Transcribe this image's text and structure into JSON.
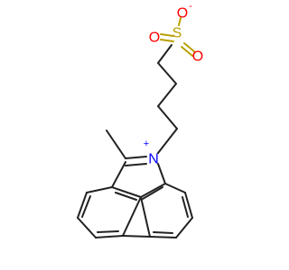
{
  "molecule": {
    "atoms": {
      "nitrogen": {
        "symbol": "N",
        "charge": "+",
        "color": "#0000ff"
      },
      "sulfur": {
        "symbol": "S",
        "color": "#b8a000"
      },
      "oxygen_top": {
        "symbol": "O",
        "charge": "-",
        "color": "#ff0000"
      },
      "oxygen_left": {
        "symbol": "O",
        "color": "#ff0000"
      },
      "oxygen_right": {
        "symbol": "O",
        "color": "#ff0000"
      }
    }
  }
}
